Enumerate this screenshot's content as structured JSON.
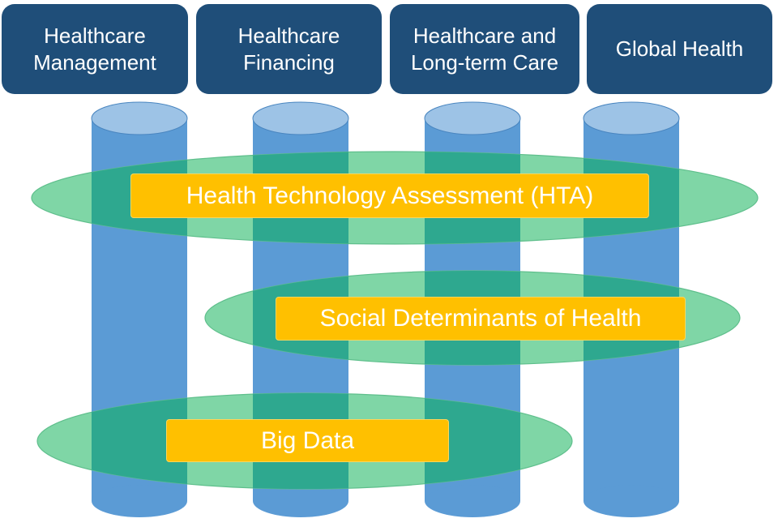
{
  "pillars": [
    {
      "label": "Healthcare\nManagement"
    },
    {
      "label": "Healthcare\nFinancing"
    },
    {
      "label": "Healthcare and\nLong-term Care"
    },
    {
      "label": "Global Health"
    }
  ],
  "bands": [
    {
      "label": "Health Technology Assessment (HTA)"
    },
    {
      "label": "Social Determinants of Health"
    },
    {
      "label": "Big Data"
    }
  ],
  "colors": {
    "header_fill": "#1f4e79",
    "pillar_body": "#5b9bd5",
    "pillar_top": "#9dc3e6",
    "band_fill": "#7fd6a6",
    "band_overlap": "#2ea88f",
    "label_fill": "#ffc000",
    "label_text": "#ffffff"
  }
}
